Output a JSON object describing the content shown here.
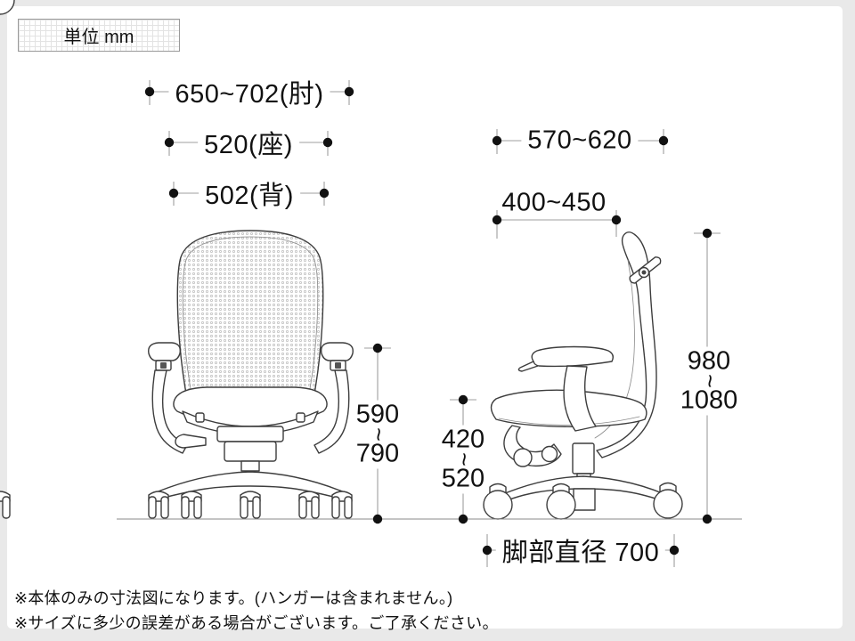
{
  "unit_label": "単位 mm",
  "dimensions": {
    "elbow_width": "650~702(肘)",
    "seat_width": "520(座)",
    "back_width": "502(背)",
    "front_height": {
      "from": "590",
      "tilde": "~",
      "to": "790"
    },
    "side_width": "570~620",
    "seat_depth": "400~450",
    "seat_height": {
      "from": "420",
      "tilde": "~",
      "to": "520"
    },
    "total_height": {
      "from": "980",
      "tilde": "~",
      "to": "1080"
    },
    "base_diameter": "脚部直径 700"
  },
  "notes": [
    "※本体のみの寸法図になります。(ハンガーは含まれません。)",
    "※サイズに多少の誤差がある場合がございます。ご了承ください。"
  ],
  "colors": {
    "page_background": "#ffffff",
    "frame_background": "#e9e9e9",
    "line_art": "#3d3d3d",
    "dimension_line": "#9f9f9f",
    "dimension_dot": "#111111"
  }
}
